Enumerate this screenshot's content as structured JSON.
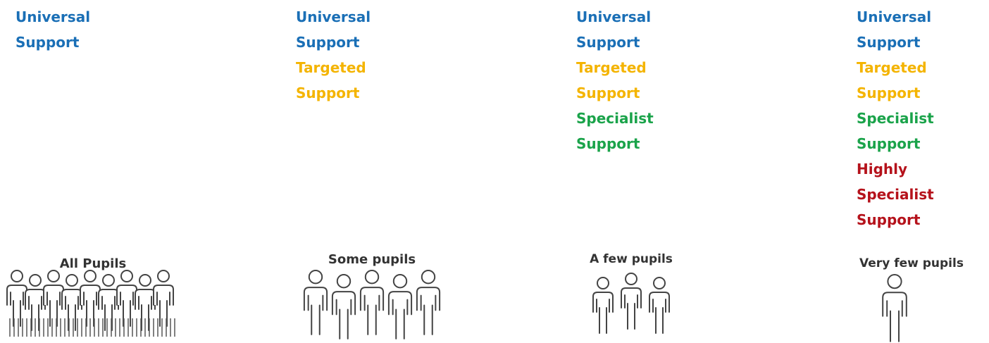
{
  "columns": [
    {
      "id": "all",
      "supports": [
        {
          "line1": "Universal",
          "line2": "Support",
          "color": "#1a6fb6"
        }
      ],
      "group_label": "All Pupils",
      "figures": 9
    },
    {
      "id": "some",
      "supports": [
        {
          "line1": "Universal",
          "line2": "Support",
          "color": "#1a6fb6"
        },
        {
          "line1": "Targeted",
          "line2": "Support",
          "color": "#f4b400"
        }
      ],
      "group_label": "Some pupils",
      "figures": 5
    },
    {
      "id": "few",
      "supports": [
        {
          "line1": "Universal",
          "line2": "Support",
          "color": "#1a6fb6"
        },
        {
          "line1": "Targeted",
          "line2": "Support",
          "color": "#f4b400"
        },
        {
          "line1": "Specialist",
          "line2": "Support",
          "color": "#1aa34a"
        }
      ],
      "group_label": "A few pupils",
      "figures": 3
    },
    {
      "id": "very-few",
      "supports": [
        {
          "line1": "Universal",
          "line2": "Support",
          "color": "#1a6fb6"
        },
        {
          "line1": "Targeted",
          "line2": "Support",
          "color": "#f4b400"
        },
        {
          "line1": "Specialist",
          "line2": "Support",
          "color": "#1aa34a"
        },
        {
          "line1": "Highly",
          "line2": "Specialist",
          "line3": "Support",
          "color": "#b5121b"
        }
      ],
      "group_label": "Very few pupils",
      "figures": 1
    }
  ]
}
